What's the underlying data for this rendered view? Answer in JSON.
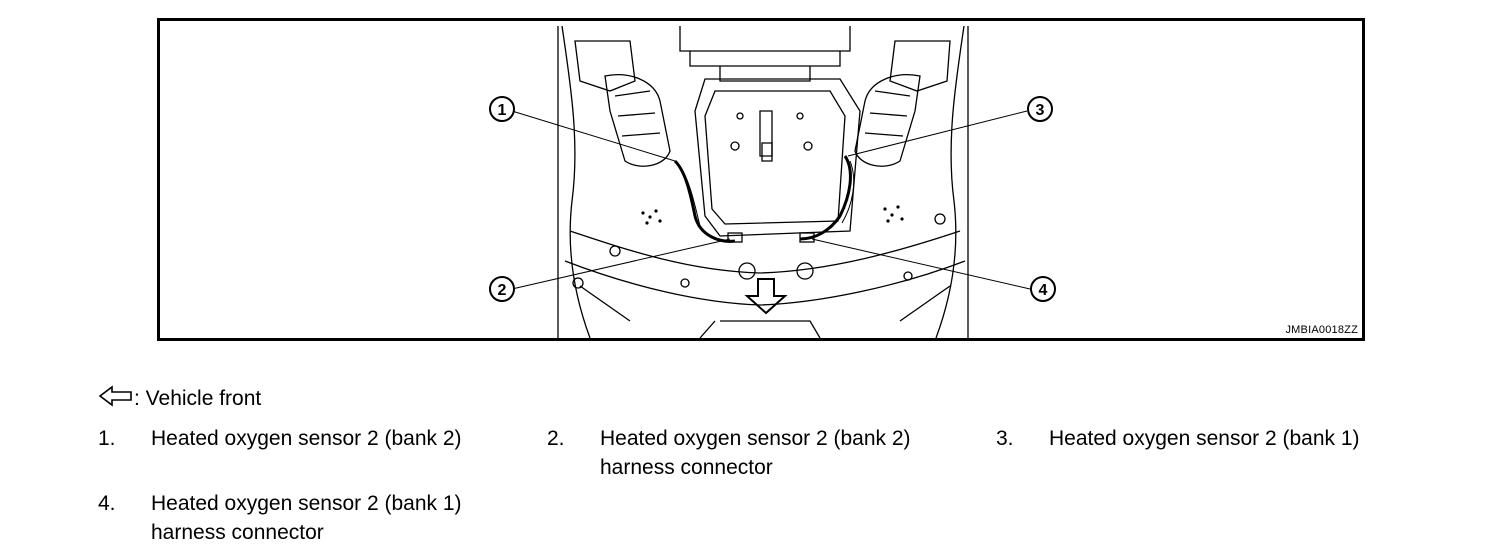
{
  "figure": {
    "id": "JMBIA0018ZZ",
    "callouts": [
      "1",
      "2",
      "3",
      "4"
    ]
  },
  "legend": {
    "icon": "front-arrow-icon",
    "text": ": Vehicle front"
  },
  "items": [
    {
      "num": "1.",
      "line1": "Heated oxygen sensor 2 (bank 2)",
      "line2": ""
    },
    {
      "num": "2.",
      "line1": "Heated oxygen sensor 2 (bank 2)",
      "line2": "harness connector"
    },
    {
      "num": "3.",
      "line1": "Heated oxygen sensor 2 (bank 1)",
      "line2": ""
    },
    {
      "num": "4.",
      "line1": "Heated oxygen sensor 2 (bank 1)",
      "line2": "harness connector"
    }
  ]
}
